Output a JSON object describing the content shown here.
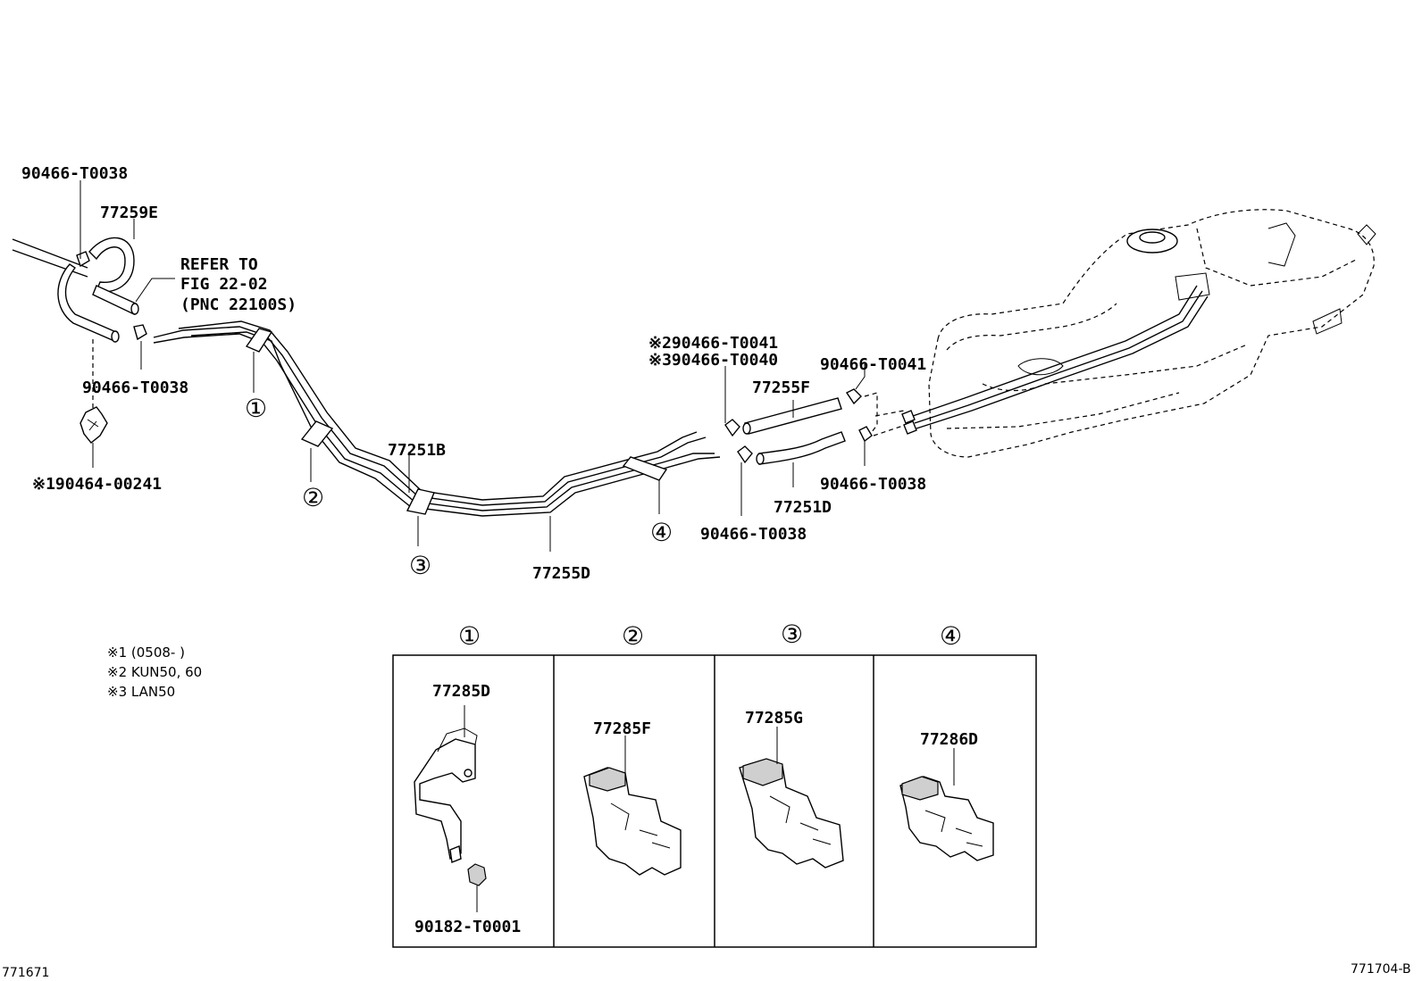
{
  "labels": {
    "clamp_tl": "90466-T0038",
    "hose_e": "77259E",
    "refer_1": "REFER TO",
    "refer_2": "FIG 22-02",
    "refer_3": "(PNC 22100S)",
    "clamp_l": "90466-T0038",
    "clip_1": "※190464-00241",
    "clamp_k2": "※290466-T0041",
    "clamp_k3": "※390466-T0040",
    "clamp_r1": "90466-T0041",
    "hose_f": "77255F",
    "tube_b": "77251B",
    "clamp_r2": "90466-T0038",
    "hose_d": "77251D",
    "clamp_c": "90466-T0038",
    "tube_d": "77255D"
  },
  "callouts": [
    "①",
    "②",
    "③",
    "④"
  ],
  "notes": {
    "n1": "※1 (0508-      )",
    "n2": "※2 KUN50, 60",
    "n3": "※3 LAN50"
  },
  "panels": [
    {
      "callout": "①",
      "part": "77285D",
      "sub_part": "90182-T0001"
    },
    {
      "callout": "②",
      "part": "77285F"
    },
    {
      "callout": "③",
      "part": "77285G"
    },
    {
      "callout": "④",
      "part": "77286D"
    }
  ],
  "footer": {
    "left": "771671",
    "right": "771704-B"
  }
}
